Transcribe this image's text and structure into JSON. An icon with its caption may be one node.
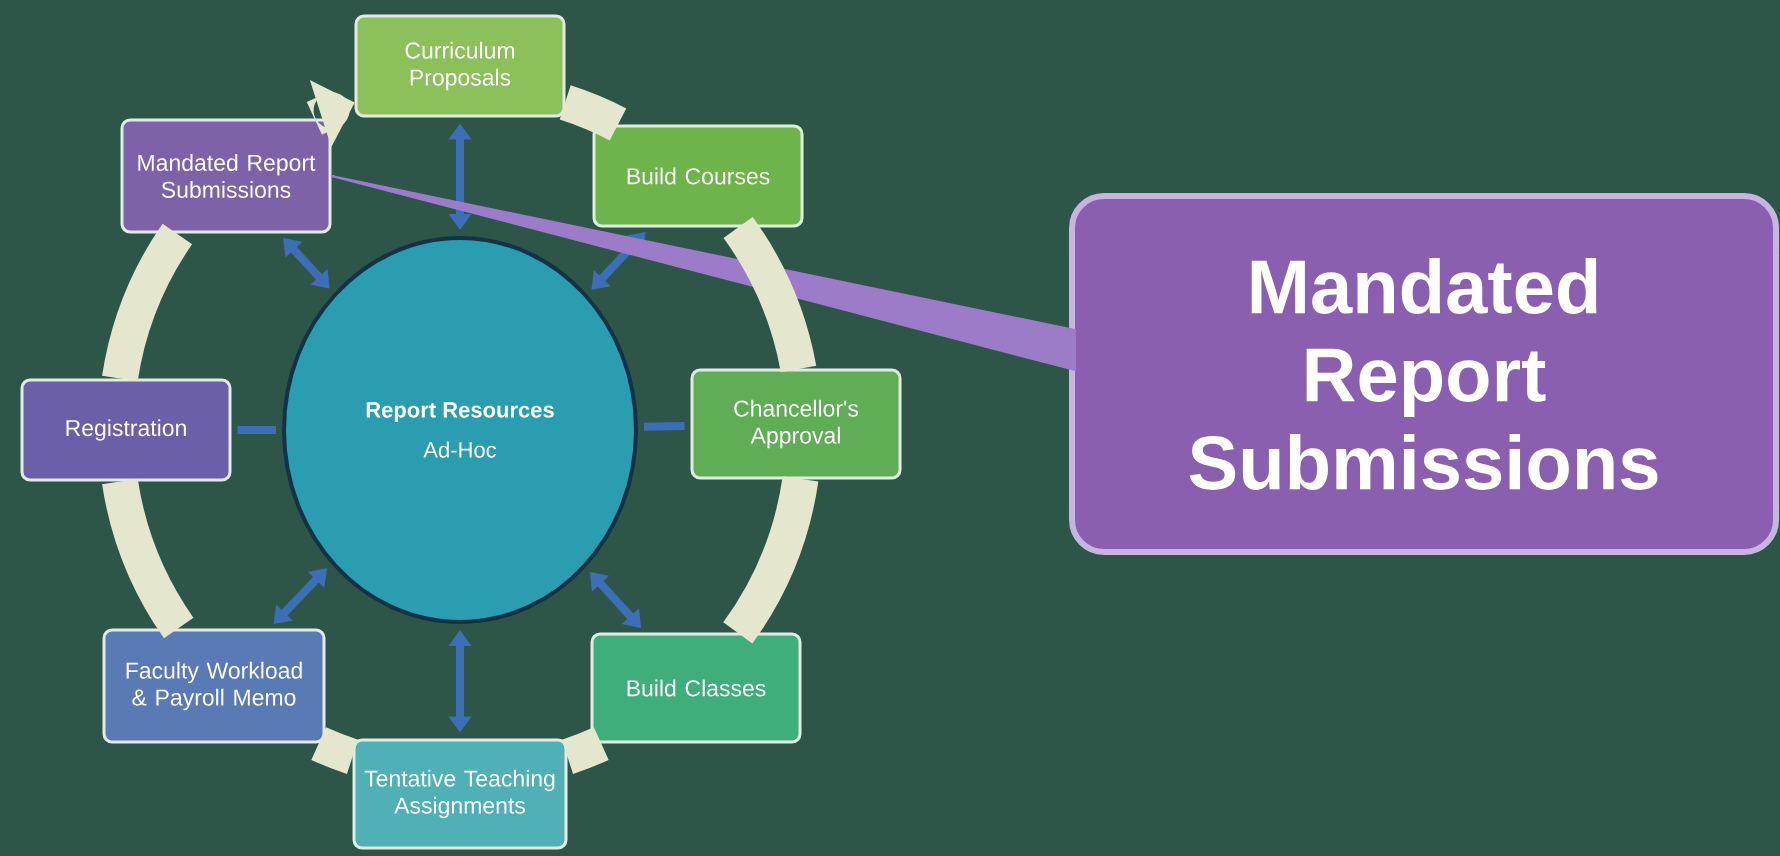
{
  "diagram": {
    "nodes": [
      {
        "text": [
          "Curriculum Proposals"
        ]
      },
      {
        "text": [
          "Mandated Report Submissions"
        ]
      },
      {
        "text": [
          "Build Courses"
        ]
      },
      {
        "text": [
          "Report Resources",
          "Ad-Hoc"
        ]
      },
      {
        "text": [
          "Registration"
        ]
      },
      {
        "text": [
          "Chancellor's Approval"
        ]
      },
      {
        "text": [
          "Faculty Workload & Payroll Memo"
        ]
      },
      {
        "text": [
          "Build Classes"
        ]
      },
      {
        "text": [
          "Tentative Teaching Assignments"
        ]
      },
      {
        "text": [
          "Mandated Report Submissions"
        ]
      }
    ],
    "edges": [
      {
        "from": 3,
        "to": 0,
        "arrow": "both"
      },
      {
        "from": 3,
        "to": 2,
        "arrow": "both"
      },
      {
        "from": 3,
        "to": 5,
        "arrow": "none"
      },
      {
        "from": 3,
        "to": 7,
        "arrow": "both"
      },
      {
        "from": 3,
        "to": 8,
        "arrow": "both"
      },
      {
        "from": 3,
        "to": 6,
        "arrow": "both"
      },
      {
        "from": 3,
        "to": 4,
        "arrow": "none"
      },
      {
        "from": 3,
        "to": 1,
        "arrow": "both"
      },
      {
        "from": 9,
        "to": 1,
        "arrow": "none",
        "color": "#9c7cc8"
      },
      {
        "from": 1,
        "to": 0,
        "arrow": "to",
        "style": "thick",
        "color": "#e4e6cd"
      },
      {
        "from": 0,
        "to": 2,
        "arrow": "none",
        "style": "thick",
        "color": "#e4e6cd"
      },
      {
        "from": 2,
        "to": 5,
        "arrow": "none",
        "style": "thick",
        "color": "#e4e6cd"
      },
      {
        "from": 5,
        "to": 7,
        "arrow": "none",
        "style": "thick",
        "color": "#e4e6cd"
      },
      {
        "from": 7,
        "to": 8,
        "arrow": "none",
        "style": "thick",
        "color": "#e4e6cd"
      },
      {
        "from": 8,
        "to": 6,
        "arrow": "none",
        "style": "thick",
        "color": "#e4e6cd"
      },
      {
        "from": 6,
        "to": 4,
        "arrow": "none",
        "style": "thick",
        "color": "#e4e6cd"
      },
      {
        "from": 4,
        "to": 1,
        "arrow": "none",
        "style": "thick",
        "color": "#e4e6cd"
      }
    ]
  }
}
